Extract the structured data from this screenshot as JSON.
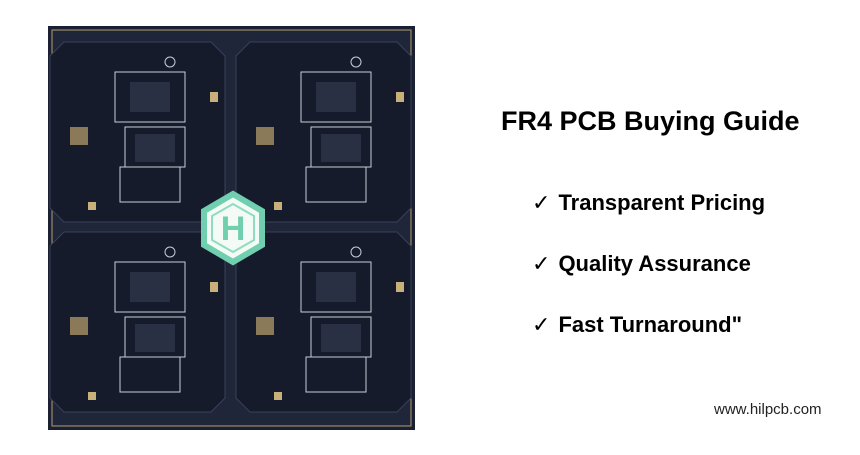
{
  "image": {
    "logo": "H"
  },
  "heading": "FR4 PCB Buying Guide",
  "features": [
    {
      "icon": "check-icon",
      "check": "✓",
      "label": "Transparent Pricing"
    },
    {
      "icon": "check-icon",
      "check": "✓",
      "label": "Quality Assurance"
    },
    {
      "icon": "check-icon",
      "check": "✓",
      "label": "Fast Turnaround\""
    }
  ],
  "website": "www.hilpcb.com",
  "colors": {
    "board": "#161b2c",
    "gold": "#c8b07a",
    "logo": "#6fcfae"
  }
}
